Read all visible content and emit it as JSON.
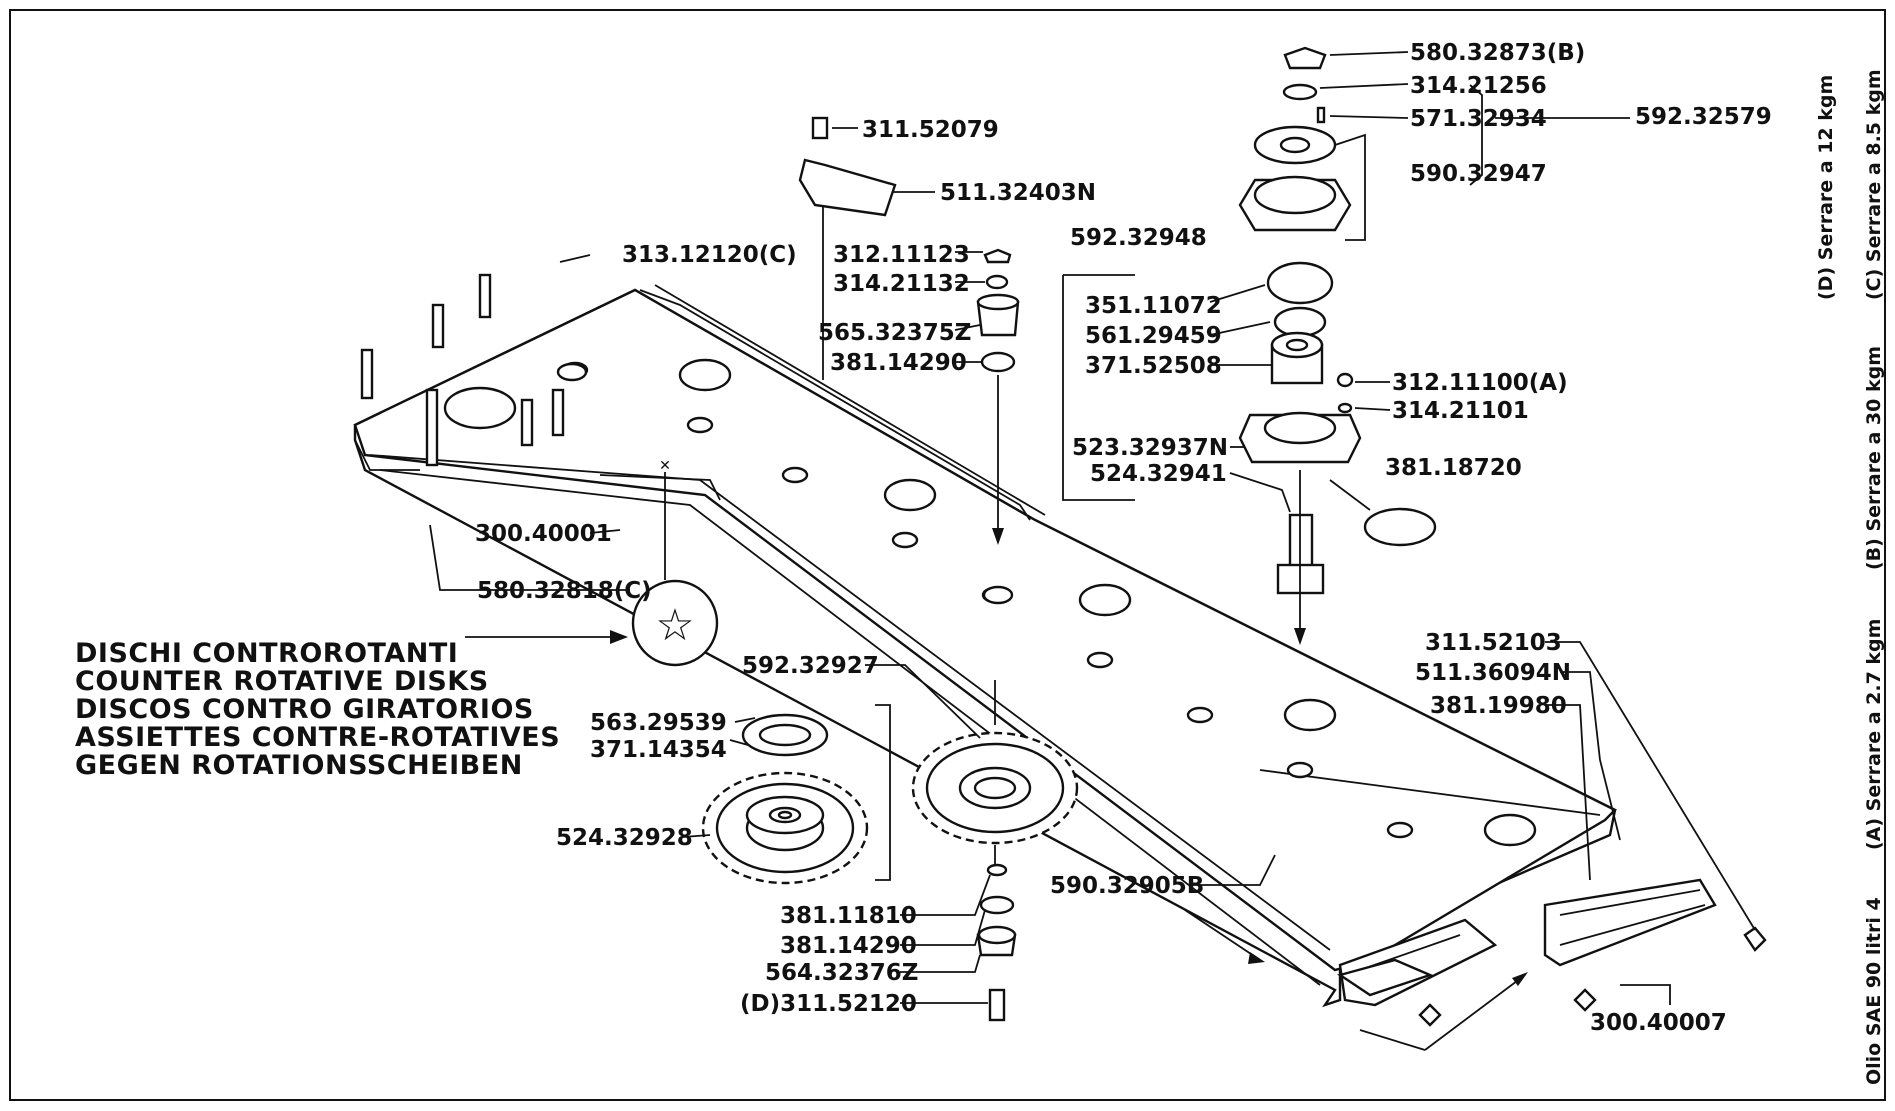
{
  "drawing": {
    "description_lines": [
      "DISCHI CONTROROTANTI",
      "COUNTER ROTATIVE DISKS",
      "DISCOS CONTRO GIRATORIOS",
      "ASSIETTES CONTRE-ROTATIVES",
      "GEGEN ROTATIONSSCHEIBEN"
    ],
    "star_symbol": "☆",
    "part_numbers": {
      "p580_32873": "580.32873(B)",
      "p314_21256": "314.21256",
      "p571_32934": "571.32934",
      "p590_32947": "590.32947",
      "p592_32579": "592.32579",
      "p311_52079": "311.52079",
      "p511_32403N": "511.32403N",
      "p313_12120": "313.12120(C)",
      "p312_11123": "312.11123",
      "p314_21132": "314.21132",
      "p565_32375Z": "565.32375Z",
      "p381_14290_top": "381.14290",
      "p592_32948": "592.32948",
      "p351_11072": "351.11072",
      "p561_29459": "561.29459",
      "p371_52508": "371.52508",
      "p312_11100": "312.11100(A)",
      "p314_21101": "314.21101",
      "p523_32937N": "523.32937N",
      "p524_32941": "524.32941",
      "p381_18720": "381.18720",
      "p300_40001": "300.40001",
      "p580_32818": "580.32818(C)",
      "p311_52103": "311.52103",
      "p511_36094N": "511.36094N",
      "p381_19980": "381.19980",
      "p592_32927": "592.32927",
      "p563_29539": "563.29539",
      "p371_14354": "371.14354",
      "p524_32928": "524.32928",
      "p590_32905B": "590.32905B",
      "p381_11810": "381.11810",
      "p381_14290_bot": "381.14290",
      "p564_32376Z": "564.32376Z",
      "p311_52120": "(D)311.52120",
      "p300_40007": "300.40007"
    },
    "torque_notes": {
      "d": "(D) Serrare a 12 kgm",
      "c": "(C) Serrare a 8.5 kgm",
      "b": "(B) Serrare a 30 kgm",
      "a": "(A) Serrare a 2.7 kgm",
      "oil": "Olio SAE 90 litri 4"
    }
  }
}
